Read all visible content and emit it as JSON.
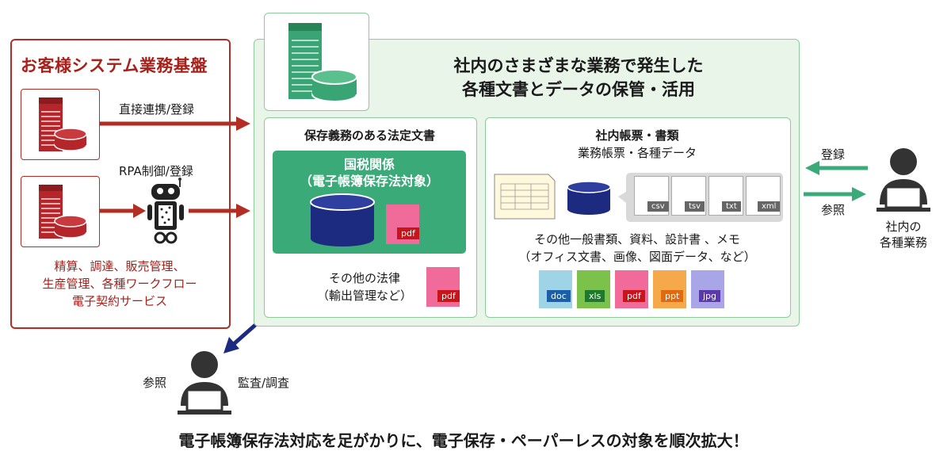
{
  "customer": {
    "title": "お客様システム業務基盤",
    "arrow1": "直接連携/登録",
    "arrow2": "RPA制御/登録",
    "desc": [
      "精算、調達、販売管理、",
      "生産管理、各種ワークフロー",
      "電子契約サービス"
    ]
  },
  "main": {
    "title_line1": "社内のさまざまな業務で発生した",
    "title_line2": "各種文書とデータの保管・活用"
  },
  "legal": {
    "title": "保存義務のある法定文書",
    "tax_line1": "国税関係",
    "tax_line2": "（電子帳簿保存法対象）",
    "pdf": "pdf",
    "other_line1": "その他の法律",
    "other_line2": "（輸出管理など）",
    "other_pdf": "pdf"
  },
  "internal": {
    "title": "社内帳票・書類",
    "subtitle": "業務帳票・各種データ",
    "formats": [
      "csv",
      "tsv",
      "txt",
      "xml"
    ],
    "general_line1": "その他一般書類、資料、設計書 、メモ",
    "general_line2": "（オフィス文書、画像、図面データ、など）",
    "files": [
      {
        "label": "doc",
        "color": "#9fd4e6",
        "tag": "#1a5fa8"
      },
      {
        "label": "xls",
        "color": "#7cc24a",
        "tag": "#1e7a2a"
      },
      {
        "label": "pdf",
        "color": "#f06b9a",
        "tag": "#c8151b"
      },
      {
        "label": "ppt",
        "color": "#f5a94a",
        "tag": "#e06a10"
      },
      {
        "label": "jpg",
        "color": "#a9a6e8",
        "tag": "#5a3aa8"
      }
    ]
  },
  "right_user": {
    "register": "登録",
    "reference": "参照",
    "label_line1": "社内の",
    "label_line2": "各種業務"
  },
  "bottom_user": {
    "left": "参照",
    "right": "監査/調査"
  },
  "footer": "電子帳簿保存法対応を足がかりに、電子保存・ペーパーレスの対象を順次拡大！",
  "colors": {
    "brand_red": "#a8201a",
    "green": "#3aaa78",
    "light_green_bg": "#e8f4e8",
    "navy": "#1c2a80"
  }
}
